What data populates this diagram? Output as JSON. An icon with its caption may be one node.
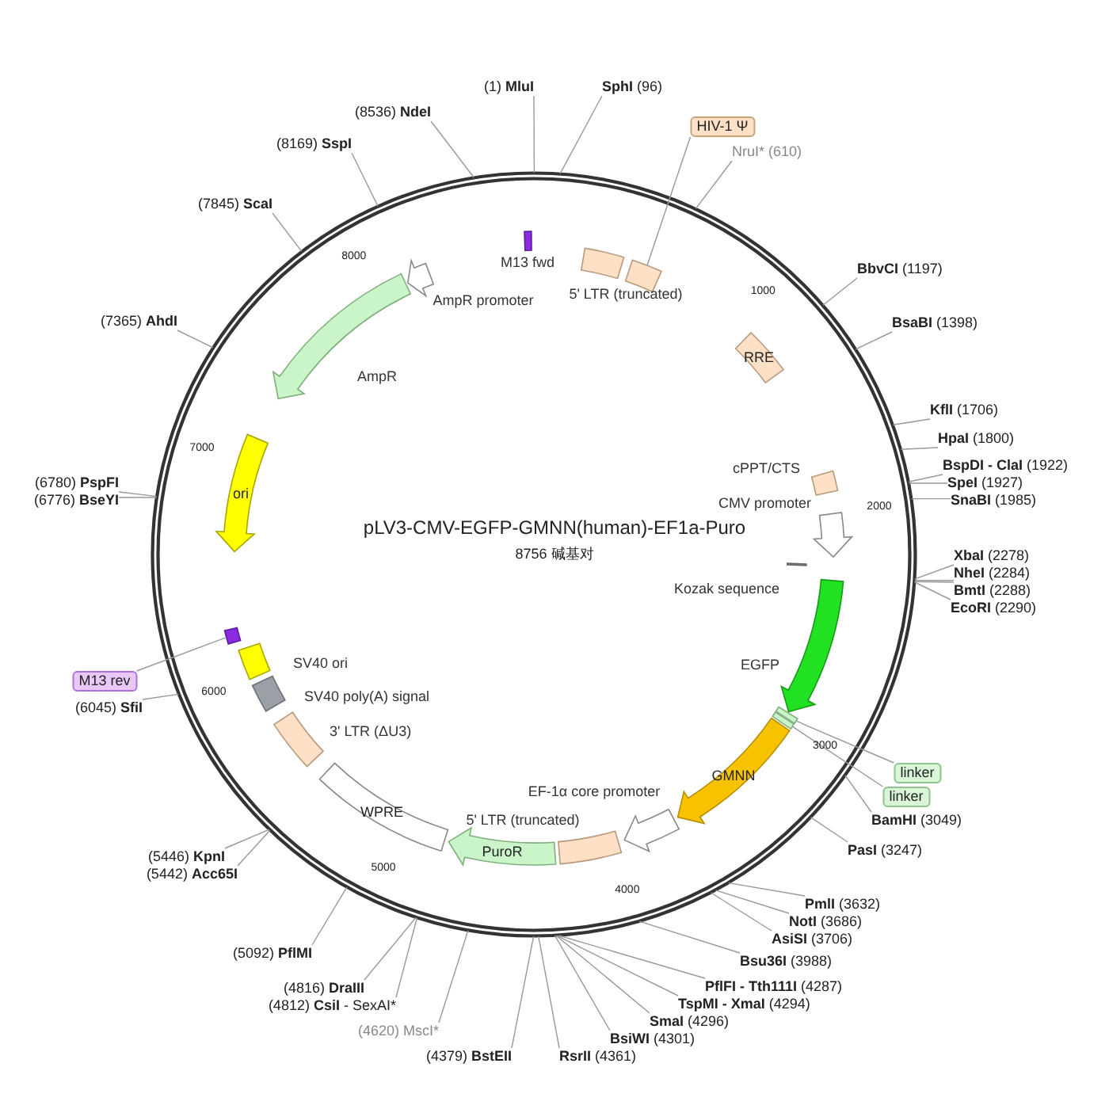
{
  "diagram": {
    "title": "pLV3-CMV-EGFP-GMNN(human)-EF1a-Puro",
    "caption": "8756 碱基对",
    "nodes": [
      {
        "text": [
          "(1) **MluI**"
        ]
      },
      {
        "text": [
          "**SphI** (96)"
        ]
      },
      {
        "text": [
          "NruI* (610)"
        ]
      },
      {
        "text": [
          "**BbvCI** (1197)"
        ]
      },
      {
        "text": [
          "**BsaBI** (1398)"
        ]
      },
      {
        "text": [
          "**KflI** (1706)"
        ]
      },
      {
        "text": [
          "**HpaI** (1800)"
        ]
      },
      {
        "text": [
          "**BspDI - ClaI** (1922)"
        ]
      },
      {
        "text": [
          "**SpeI** (1927)"
        ]
      },
      {
        "text": [
          "**SnaBI** (1985)"
        ]
      },
      {
        "text": [
          "**XbaI** (2278)"
        ]
      },
      {
        "text": [
          "**NheI** (2284)"
        ]
      },
      {
        "text": [
          "**BmtI** (2288)"
        ]
      },
      {
        "text": [
          "**EcoRI** (2290)"
        ]
      },
      {
        "text": [
          "**BamHI** (3049)"
        ]
      },
      {
        "text": [
          "**PasI** (3247)"
        ]
      },
      {
        "text": [
          "**PmlI** (3632)"
        ]
      },
      {
        "text": [
          "**NotI** (3686)"
        ]
      },
      {
        "text": [
          "**AsiSI** (3706)"
        ]
      },
      {
        "text": [
          "**Bsu36I** (3988)"
        ]
      },
      {
        "text": [
          "**PflFI - Tth111I** (4287)"
        ]
      },
      {
        "text": [
          "**TspMI - XmaI** (4294)"
        ]
      },
      {
        "text": [
          "**SmaI** (4296)"
        ]
      },
      {
        "text": [
          "**BsiWI** (4301)"
        ]
      },
      {
        "text": [
          "**RsrII** (4361)"
        ]
      },
      {
        "text": [
          "(4379) **BstEII**"
        ]
      },
      {
        "text": [
          "(4620) MscI*"
        ]
      },
      {
        "text": [
          "(4816) **DraIII**"
        ]
      },
      {
        "text": [
          "(4812) **CsiI** - SexAI*"
        ]
      },
      {
        "text": [
          "(5092) **PflMI**"
        ]
      },
      {
        "text": [
          "(5446) **KpnI**"
        ]
      },
      {
        "text": [
          "(5442) **Acc65I**"
        ]
      },
      {
        "text": [
          "(6045) **SfiI**"
        ]
      },
      {
        "text": [
          "(6776) **BseYI**"
        ]
      },
      {
        "text": [
          "(6780) **PspFI**"
        ]
      },
      {
        "text": [
          "(7365) **AhdI**"
        ]
      },
      {
        "text": [
          "(7845) **ScaI**"
        ]
      },
      {
        "text": [
          "(8169) **SspI**"
        ]
      },
      {
        "text": [
          "(8536) **NdeI**"
        ]
      },
      {
        "text": [
          "HIV-1 Ψ"
        ]
      },
      {
        "text": [
          "linker"
        ]
      },
      {
        "text": [
          "linker"
        ]
      },
      {
        "text": [
          "M13 rev"
        ]
      },
      {
        "text": [
          "M13 fwd"
        ]
      },
      {
        "text": [
          "5' LTR (truncated)"
        ]
      },
      {
        "text": [],
        "shape": "box"
      },
      {
        "text": [
          "RRE"
        ]
      },
      {
        "text": [
          "cPPT/CTS"
        ]
      },
      {
        "text": [
          "CMV promoter"
        ]
      },
      {
        "text": [
          "Kozak sequence"
        ]
      },
      {
        "text": [
          "EGFP"
        ]
      },
      {
        "text": [],
        "shape": "box"
      },
      {
        "text": [],
        "shape": "box"
      },
      {
        "text": [
          "GMNN"
        ]
      },
      {
        "text": [
          "EF-1α core promoter"
        ]
      },
      {
        "text": [
          "5' LTR (truncated)"
        ]
      },
      {
        "text": [
          "PuroR"
        ]
      },
      {
        "text": [
          "WPRE"
        ]
      },
      {
        "text": [
          "3' LTR (ΔU3)"
        ]
      },
      {
        "text": [
          "SV40 poly(A) signal"
        ]
      },
      {
        "text": [
          "SV40 ori"
        ]
      },
      {
        "text": [],
        "shape": "box"
      },
      {
        "text": [
          "ori"
        ]
      },
      {
        "text": [
          "AmpR"
        ]
      },
      {
        "text": [
          "AmpR promoter"
        ]
      }
    ],
    "edges": [
      {
        "from": 0,
        "to": null,
        "arrow": "none"
      },
      {
        "from": 1,
        "to": null,
        "arrow": "none"
      },
      {
        "from": 2,
        "to": null,
        "arrow": "none"
      },
      {
        "from": 3,
        "to": null,
        "arrow": "none"
      },
      {
        "from": 4,
        "to": null,
        "arrow": "none"
      },
      {
        "from": 5,
        "to": null,
        "arrow": "none"
      },
      {
        "from": 6,
        "to": null,
        "arrow": "none"
      },
      {
        "from": 7,
        "to": null,
        "arrow": "none"
      },
      {
        "from": 8,
        "to": null,
        "arrow": "none"
      },
      {
        "from": 9,
        "to": null,
        "arrow": "none"
      },
      {
        "from": 10,
        "to": null,
        "arrow": "none"
      },
      {
        "from": 11,
        "to": null,
        "arrow": "none"
      },
      {
        "from": 12,
        "to": null,
        "arrow": "none"
      },
      {
        "from": 13,
        "to": null,
        "arrow": "none"
      },
      {
        "from": 14,
        "to": null,
        "arrow": "none"
      },
      {
        "from": 15,
        "to": null,
        "arrow": "none"
      },
      {
        "from": 16,
        "to": null,
        "arrow": "none"
      },
      {
        "from": 17,
        "to": null,
        "arrow": "none"
      },
      {
        "from": 18,
        "to": null,
        "arrow": "none"
      },
      {
        "from": 19,
        "to": null,
        "arrow": "none"
      },
      {
        "from": 20,
        "to": null,
        "arrow": "none"
      },
      {
        "from": 21,
        "to": null,
        "arrow": "none"
      },
      {
        "from": 22,
        "to": null,
        "arrow": "none"
      },
      {
        "from": 23,
        "to": null,
        "arrow": "none"
      },
      {
        "from": 24,
        "to": null,
        "arrow": "none"
      },
      {
        "from": 25,
        "to": null,
        "arrow": "none"
      },
      {
        "from": 26,
        "to": null,
        "arrow": "none"
      },
      {
        "from": 27,
        "to": null,
        "arrow": "none"
      },
      {
        "from": 28,
        "to": null,
        "arrow": "none"
      },
      {
        "from": 29,
        "to": null,
        "arrow": "none"
      },
      {
        "from": 30,
        "to": null,
        "arrow": "none"
      },
      {
        "from": 31,
        "to": null,
        "arrow": "none"
      },
      {
        "from": 32,
        "to": null,
        "arrow": "none"
      },
      {
        "from": 33,
        "to": null,
        "arrow": "none"
      },
      {
        "from": 34,
        "to": null,
        "arrow": "none"
      },
      {
        "from": 35,
        "to": null,
        "arrow": "none"
      },
      {
        "from": 36,
        "to": null,
        "arrow": "none"
      },
      {
        "from": 37,
        "to": null,
        "arrow": "none"
      },
      {
        "from": 38,
        "to": null,
        "arrow": "none"
      },
      {
        "from": 39,
        "to": 45,
        "arrow": "none"
      },
      {
        "from": 40,
        "to": 51,
        "arrow": "none"
      },
      {
        "from": 41,
        "to": 52,
        "arrow": "none"
      },
      {
        "from": 42,
        "to": 61,
        "arrow": "none"
      }
    ],
    "labels": [
      "1000",
      "2000",
      "3000",
      "4000",
      "5000",
      "6000",
      "7000",
      "8000"
    ]
  }
}
